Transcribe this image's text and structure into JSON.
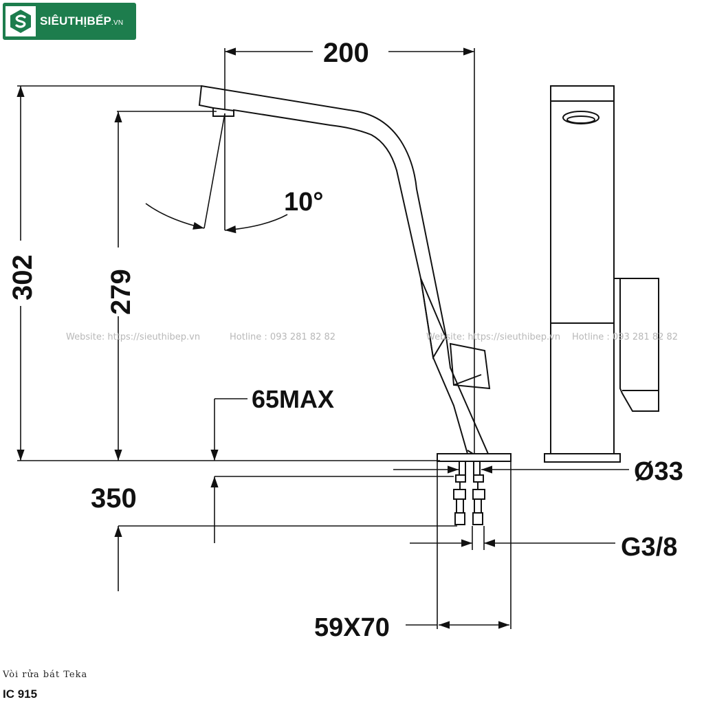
{
  "brand": {
    "name": "SIÊUTHỊBẾP",
    "domain": ".VN",
    "primary_color": "#1d7d4d",
    "icon": "s-logo-icon"
  },
  "watermark": {
    "website": "Website: https://sieuthibep.vn",
    "hotline": "Hotline : 093 281 82 82"
  },
  "dimensions": {
    "width_top": "200",
    "height_total": "302",
    "height_spout": "279",
    "angle": "10°",
    "counter_thickness": "65MAX",
    "hose_length": "350",
    "base_diameter": "Ø33",
    "connector": "G3/8",
    "base_size": "59X70"
  },
  "caption": {
    "title": "Vòi rửa bát Teka",
    "model": "IC 915"
  },
  "colors": {
    "line": "#111111",
    "watermark": "#b8b8b8"
  }
}
